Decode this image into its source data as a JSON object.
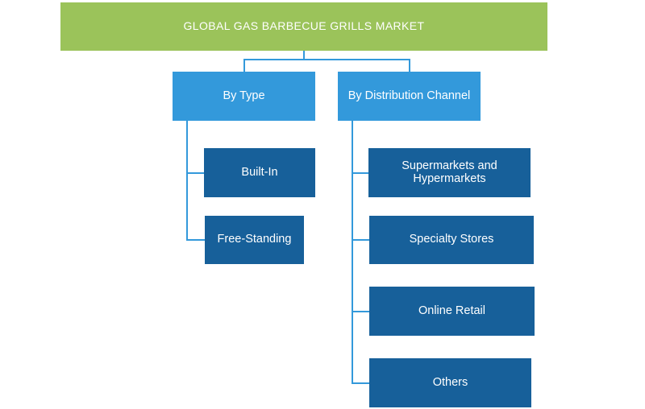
{
  "diagram": {
    "root": {
      "label": "GLOBAL GAS BARBECUE GRILLS MARKET"
    },
    "categories": [
      {
        "label": "By Type",
        "items": [
          "Built-In",
          "Free-Standing"
        ]
      },
      {
        "label": "By Distribution Channel",
        "items": [
          "Supermarkets and Hypermarkets",
          "Specialty Stores",
          "Online Retail",
          "Others"
        ]
      }
    ]
  },
  "colors": {
    "root": "#9bc35a",
    "category": "#3399db",
    "leaf": "#17609a",
    "connector": "#3399db",
    "text": "#ffffff"
  }
}
